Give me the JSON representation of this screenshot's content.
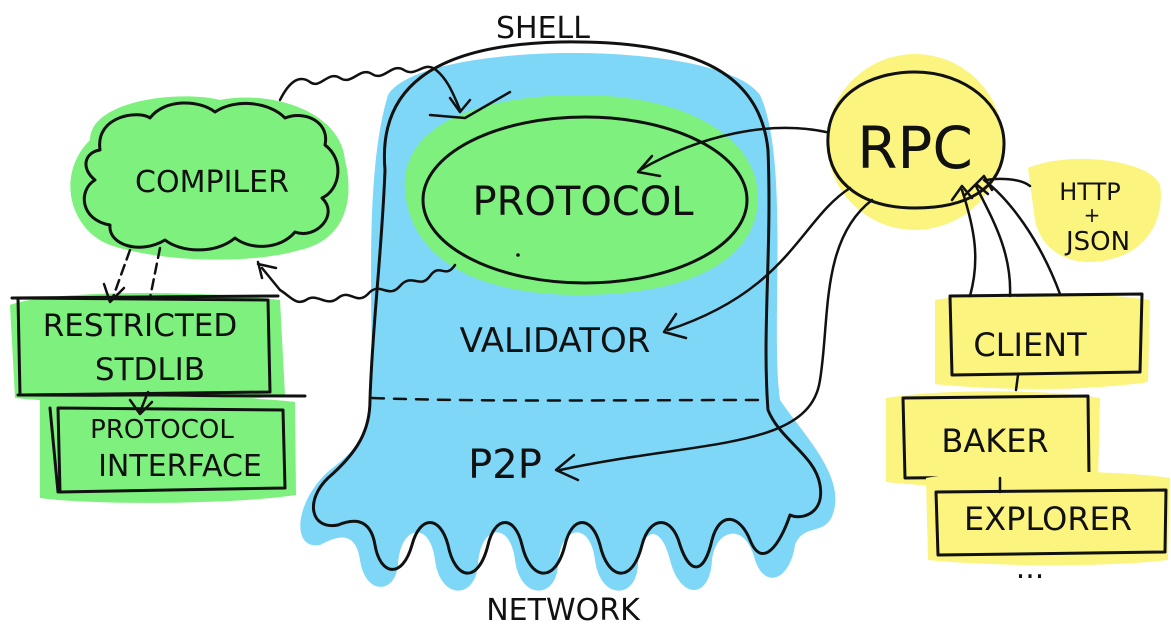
{
  "colors": {
    "shell_fill": "#7fd7f7",
    "green_fill": "#7ef07e",
    "yellow_fill": "#fbf47e",
    "ink": "#111111"
  },
  "labels": {
    "shell": "SHELL",
    "network": "NETWORK",
    "protocol": "PROTOCOL",
    "validator": "VALIDATOR",
    "p2p": "P2P",
    "compiler": "COMPILER",
    "restricted_line1": "RESTRICTED",
    "restricted_line2": "STDLIB",
    "protocol_interface_line1": "PROTOCOL",
    "protocol_interface_line2": "INTERFACE",
    "rpc": "RPC",
    "http": "HTTP",
    "plus": "+",
    "json": "JSON",
    "client": "CLIENT",
    "baker": "BAKER",
    "explorer": "EXPLORER",
    "more": "..."
  }
}
